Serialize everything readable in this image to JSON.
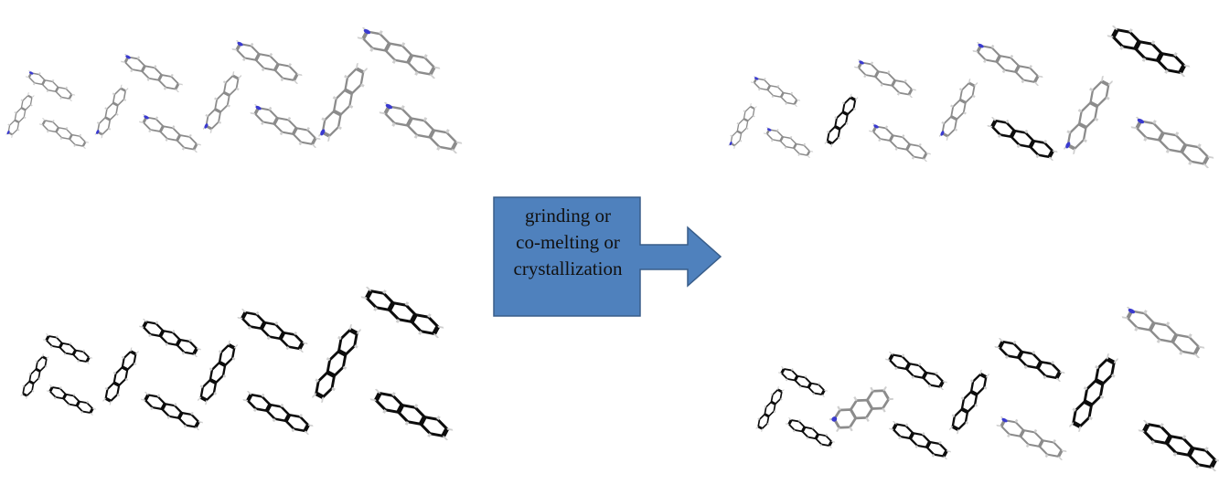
{
  "process_arrow": {
    "label_lines": [
      "grinding or",
      "co-melting or",
      "crystallization"
    ],
    "fill_color": "#4F81BD",
    "stroke_color": "#385D8A"
  },
  "colors": {
    "carbon_gray": "#8C8C8C",
    "carbon_black": "#0D0D0D",
    "nitrogen": "#3A3AD0",
    "hydrogen": "#CFCFCF"
  },
  "panels": [
    {
      "id": "top-left",
      "scheme": "gray-n"
    },
    {
      "id": "bottom-left",
      "scheme": "black"
    },
    {
      "id": "top-right",
      "scheme": "mixed"
    },
    {
      "id": "bottom-right",
      "scheme": "mixed"
    }
  ]
}
